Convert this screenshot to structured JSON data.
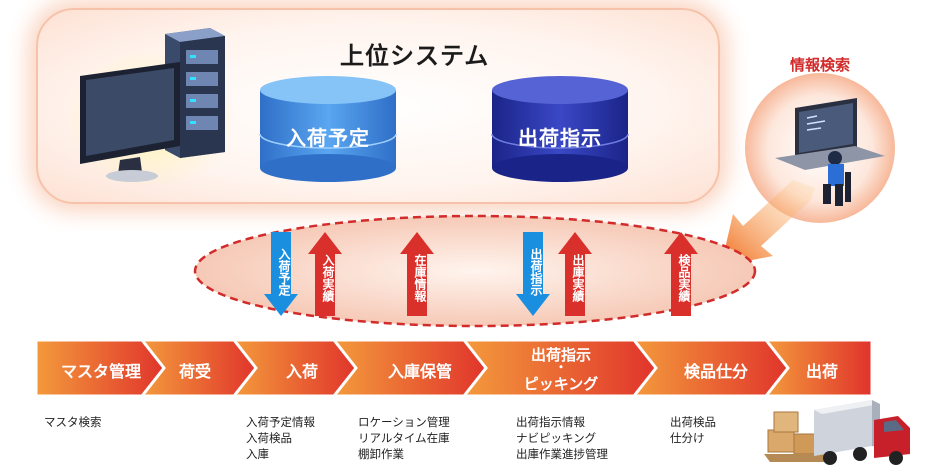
{
  "upper_system": {
    "title": "上位システム",
    "databases": [
      {
        "label": "入荷予定",
        "color": "#3f8ee6"
      },
      {
        "label": "出荷指示",
        "color": "#2232a8"
      }
    ]
  },
  "info_search": {
    "label": "情報検索"
  },
  "flow_tags": [
    {
      "label": "入荷予定",
      "direction": "down",
      "color": "#1a8fe0"
    },
    {
      "label": "入荷実績",
      "direction": "up",
      "color": "#d9302c"
    },
    {
      "label": "在庫情報",
      "direction": "up",
      "color": "#d9302c"
    },
    {
      "label": "出荷指示",
      "direction": "down",
      "color": "#1a8fe0"
    },
    {
      "label": "出庫実績",
      "direction": "up",
      "color": "#d9302c"
    },
    {
      "label": "検品実績",
      "direction": "up",
      "color": "#d9302c"
    }
  ],
  "process_steps": [
    {
      "label": "マスタ管理",
      "details": [
        "マスタ検索"
      ]
    },
    {
      "label": "荷受",
      "details": []
    },
    {
      "label": "入荷",
      "details": [
        "入荷予定情報",
        "入荷検品",
        "入庫"
      ]
    },
    {
      "label": "入庫保管",
      "details": [
        "ロケーション管理",
        "リアルタイム在庫",
        "棚卸作業"
      ]
    },
    {
      "label": "出荷指示",
      "label_line2": "・",
      "label_line3": "ピッキング",
      "details": [
        "出荷指示情報",
        "ナビピッキング",
        "出庫作業進捗管理"
      ]
    },
    {
      "label": "検品仕分",
      "details": [
        "出荷検品",
        "仕分け"
      ]
    },
    {
      "label": "出荷",
      "details": []
    }
  ],
  "colors": {
    "chevron_start": "#f39a3c",
    "chevron_end": "#e0332b",
    "accent_red": "#d22b2b"
  }
}
